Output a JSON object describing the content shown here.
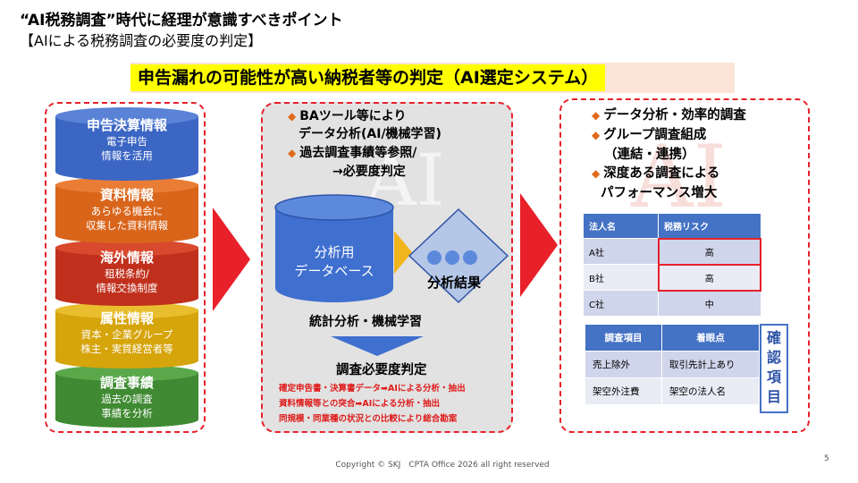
{
  "header": {
    "title": "“AI税務調査”時代に経理が意識すべきポイント",
    "subtitle": "【AIによる税務調査の必要度の判定】",
    "banner": "申告漏れの可能性が高い納税者等の判定（AI選定システム）"
  },
  "left_stack": [
    {
      "title": "申告決算情報",
      "sub1": "電子申告",
      "sub2": "情報を活用",
      "color": "#3c66c4"
    },
    {
      "title": "資料情報",
      "sub1": "あらゆる機会に",
      "sub2": "収集した資料情報",
      "color": "#d9651b"
    },
    {
      "title": "海外情報",
      "sub1": "租税条約/",
      "sub2": "情報交換制度",
      "color": "#c0301c"
    },
    {
      "title": "属性情報",
      "sub1": "資本・企業グループ",
      "sub2": "株主・実質経営者等",
      "color": "#d6a40b"
    },
    {
      "title": "調査事績",
      "sub1": "過去の調査",
      "sub2": "事績を分析",
      "color": "#3f8a32"
    }
  ],
  "middle": {
    "bullet1_line1": "BAツール等により",
    "bullet1_line2": "データ分析(AI/機械学習)",
    "bullet2_line1": "過去調査事績等参照/",
    "bullet2_line2": "→必要度判定",
    "watermark": "AI",
    "database_line1": "分析用",
    "database_line2": "データベース",
    "result_label": "分析結果",
    "stats_label": "統計分析・機械学習",
    "judgement_title": "調査必要度判定",
    "notes": [
      "確定申告書・決算書データ➡AIによる分析・抽出",
      "資料情報等との突合➡AIによる分析・抽出",
      "同規模・同業種の状況との比較により総合勘案"
    ]
  },
  "right": {
    "bullets": [
      {
        "line1": "データ分析・効率的調査",
        "line2": ""
      },
      {
        "line1": "グループ調査組成",
        "line2": "（連結・連携）"
      },
      {
        "line1": "深度ある調査による",
        "line2": "パフォーマンス増大"
      }
    ],
    "watermark": "AI",
    "risk_table": {
      "headers": [
        "法人名",
        "税務リスク"
      ],
      "rows": [
        [
          "A社",
          "高"
        ],
        [
          "B社",
          "高"
        ],
        [
          "C社",
          "中"
        ]
      ]
    },
    "check_table": {
      "headers": [
        "調査項目",
        "着眼点"
      ],
      "rows": [
        [
          "売上除外",
          "取引先計上あり"
        ],
        [
          "架空外注費",
          "架空の法人名"
        ]
      ]
    },
    "check_label_chars": [
      "確",
      "認",
      "項",
      "目"
    ]
  },
  "footer": {
    "copyright": "Copyright © SKJ　CPTA Office 2026 all right reserved",
    "page_number": "5"
  },
  "colors": {
    "accent_red": "#e8202a",
    "banner_yellow": "#ffff00",
    "table_blue_dark": "#4472c4",
    "table_blue_light": "#cfd5ea",
    "bullet_orange": "#e06a1b"
  }
}
